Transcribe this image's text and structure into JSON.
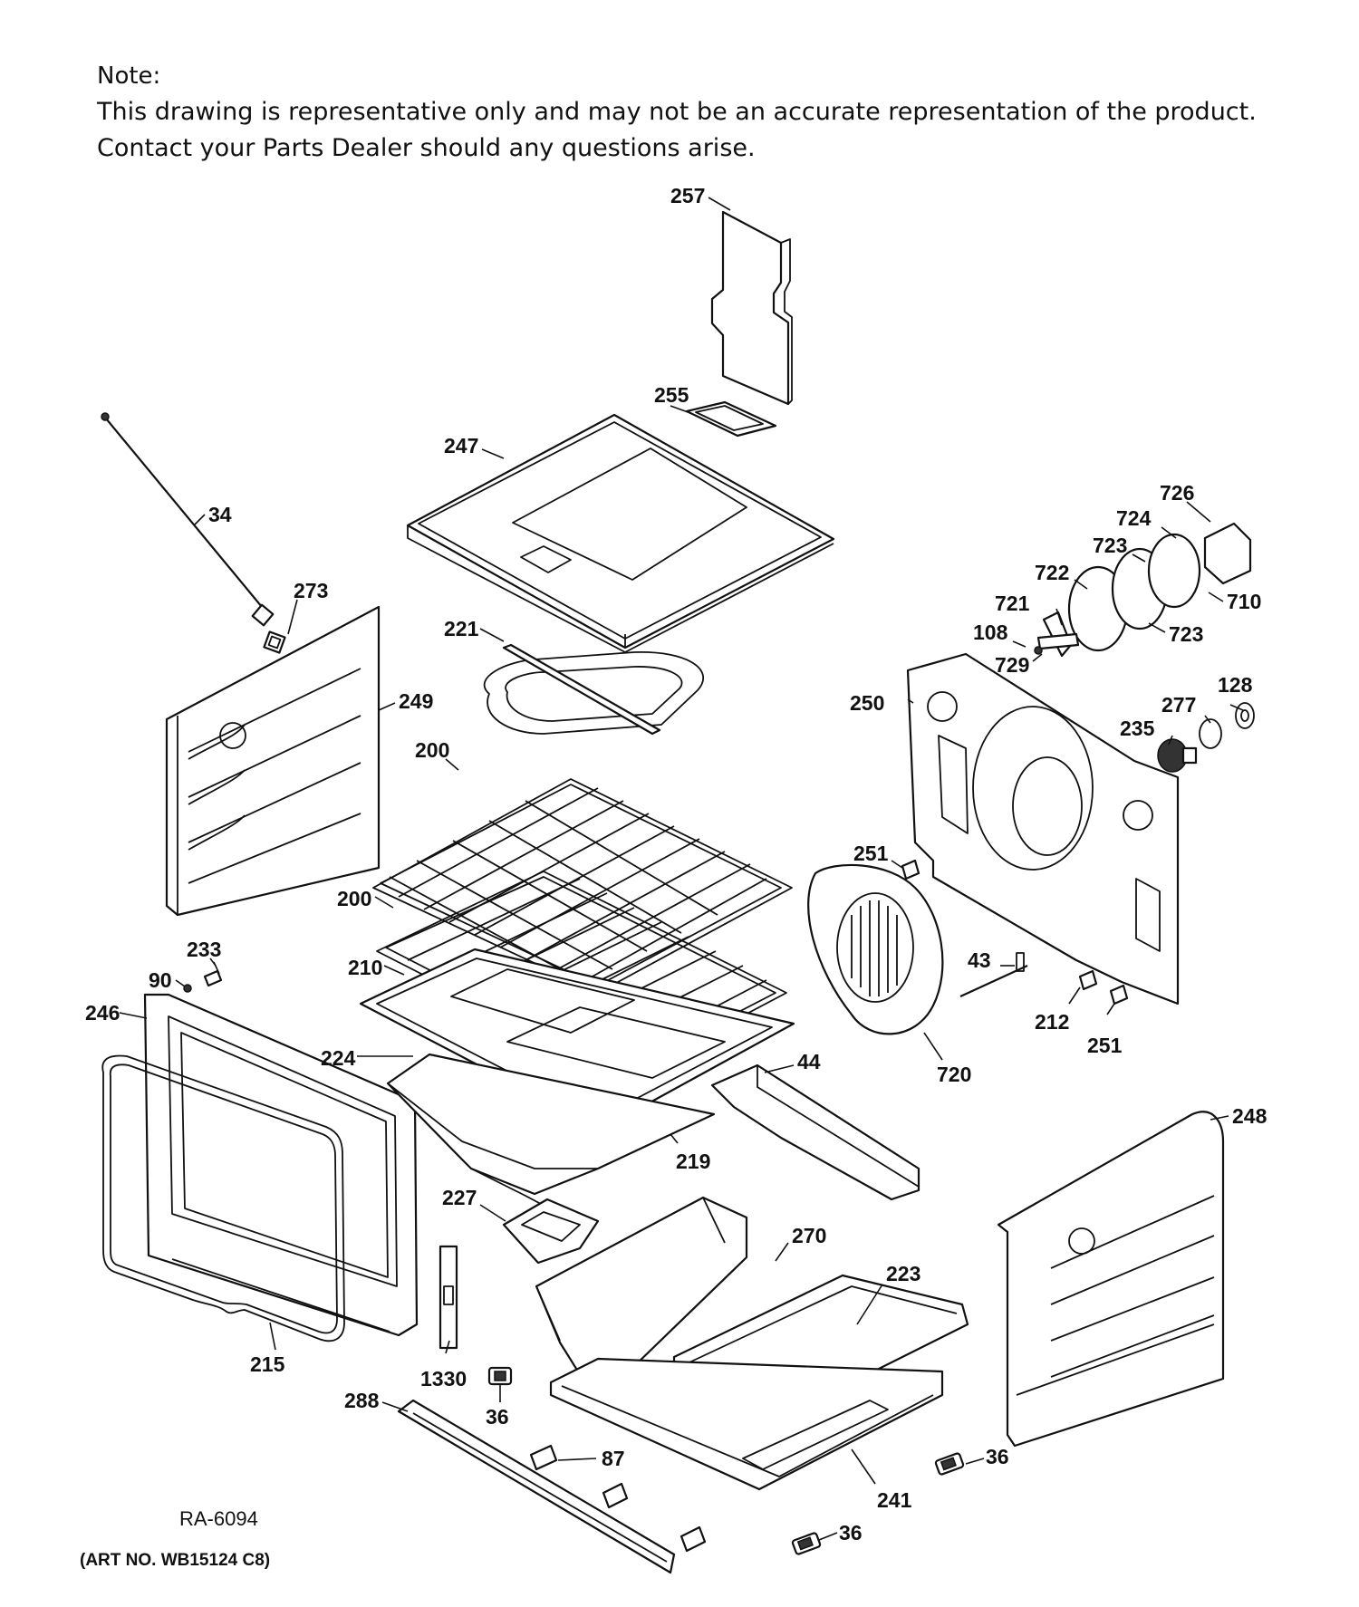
{
  "note": {
    "heading": "Note:",
    "line1": "This drawing is representative only and may not be an accurate representation of the product.",
    "line2": "Contact your Parts Dealer should any questions arise."
  },
  "footer": {
    "drawing_code": "RA-6094",
    "art_number": "(ART NO. WB15124 C8)"
  },
  "part_labels": {
    "p257": "257",
    "p255": "255",
    "p247": "247",
    "p34": "34",
    "p273": "273",
    "p221": "221",
    "p249": "249",
    "p200a": "200",
    "p200b": "200",
    "p210": "210",
    "p233": "233",
    "p90": "90",
    "p246": "246",
    "p224": "224",
    "p219": "219",
    "p44": "44",
    "p227": "227",
    "p270": "270",
    "p223": "223",
    "p215": "215",
    "p1330": "1330",
    "p288": "288",
    "p36a": "36",
    "p87": "87",
    "p241": "241",
    "p36b": "36",
    "p36c": "36",
    "p248": "248",
    "p726": "726",
    "p724": "724",
    "p723a": "723",
    "p722": "722",
    "p721": "721",
    "p710": "710",
    "p108": "108",
    "p723b": "723",
    "p729": "729",
    "p128": "128",
    "p250": "250",
    "p277": "277",
    "p235": "235",
    "p251a": "251",
    "p43": "43",
    "p212": "212",
    "p251b": "251",
    "p720": "720"
  }
}
